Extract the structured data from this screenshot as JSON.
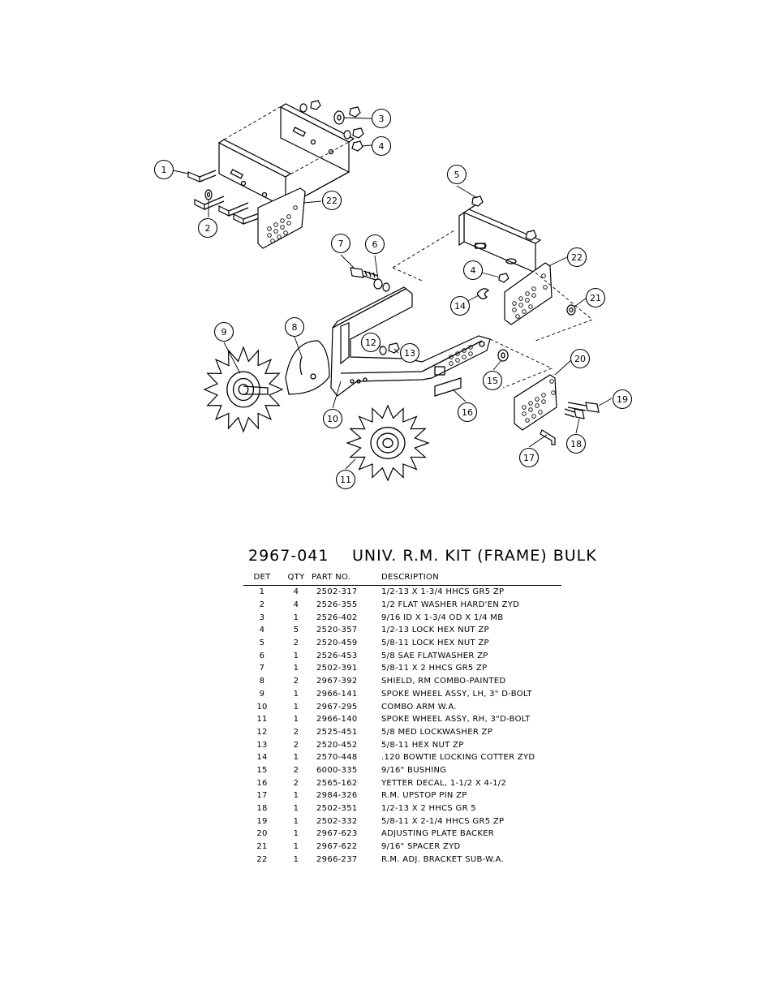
{
  "kit": {
    "number": "2967-041",
    "name": "UNIV. R.M. KIT (FRAME) BULK"
  },
  "table": {
    "headers": {
      "det": "DET",
      "qty": "QTY",
      "part": "PART NO.",
      "desc": "DESCRIPTION"
    },
    "rows": [
      {
        "det": "1",
        "qty": "4",
        "part": "2502-317",
        "desc": "1/2-13 X 1-3/4 HHCS GR5 ZP"
      },
      {
        "det": "2",
        "qty": "4",
        "part": "2526-355",
        "desc": "1/2 FLAT WASHER HARD'EN ZYD"
      },
      {
        "det": "3",
        "qty": "1",
        "part": "2526-402",
        "desc": "9/16 ID X 1-3/4 OD X 1/4 MB"
      },
      {
        "det": "4",
        "qty": "5",
        "part": "2520-357",
        "desc": "1/2-13 LOCK HEX NUT ZP"
      },
      {
        "det": "5",
        "qty": "2",
        "part": "2520-459",
        "desc": "5/8-11 LOCK HEX NUT ZP"
      },
      {
        "det": "6",
        "qty": "1",
        "part": "2526-453",
        "desc": "5/8 SAE FLATWASHER ZP"
      },
      {
        "det": "7",
        "qty": "1",
        "part": "2502-391",
        "desc": "5/8-11 X 2 HHCS GR5 ZP"
      },
      {
        "det": "8",
        "qty": "2",
        "part": "2967-392",
        "desc": "SHIELD, RM COMBO-PAINTED"
      },
      {
        "det": "9",
        "qty": "1",
        "part": "2966-141",
        "desc": "SPOKE WHEEL ASSY, LH, 3\" D-BOLT"
      },
      {
        "det": "10",
        "qty": "1",
        "part": "2967-295",
        "desc": "COMBO ARM W.A."
      },
      {
        "det": "11",
        "qty": "1",
        "part": "2966-140",
        "desc": "SPOKE WHEEL ASSY, RH, 3\"D-BOLT"
      },
      {
        "det": "12",
        "qty": "2",
        "part": "2525-451",
        "desc": "5/8 MED LOCKWASHER ZP"
      },
      {
        "det": "13",
        "qty": "2",
        "part": "2520-452",
        "desc": "5/8-11 HEX NUT ZP"
      },
      {
        "det": "14",
        "qty": "1",
        "part": "2570-448",
        "desc": ".120 BOWTIE LOCKING COTTER ZYD"
      },
      {
        "det": "15",
        "qty": "2",
        "part": "6000-335",
        "desc": "9/16\" BUSHING"
      },
      {
        "det": "16",
        "qty": "2",
        "part": "2565-162",
        "desc": "YETTER DECAL, 1-1/2 X 4-1/2"
      },
      {
        "det": "17",
        "qty": "1",
        "part": "2984-326",
        "desc": "R.M. UPSTOP PIN ZP"
      },
      {
        "det": "18",
        "qty": "1",
        "part": "2502-351",
        "desc": "1/2-13 X 2 HHCS GR 5"
      },
      {
        "det": "19",
        "qty": "1",
        "part": "2502-332",
        "desc": "5/8-11 X 2-1/4 HHCS GR5 ZP"
      },
      {
        "det": "20",
        "qty": "1",
        "part": "2967-623",
        "desc": "ADJUSTING PLATE BACKER"
      },
      {
        "det": "21",
        "qty": "1",
        "part": "2967-622",
        "desc": "9/16\" SPACER ZYD"
      },
      {
        "det": "22",
        "qty": "1",
        "part": "2966-237",
        "desc": "R.M. ADJ. BRACKET SUB-W.A."
      }
    ]
  },
  "callouts": [
    "1",
    "2",
    "3",
    "4",
    "5",
    "6",
    "7",
    "8",
    "9",
    "10",
    "11",
    "12",
    "13",
    "14",
    "15",
    "16",
    "17",
    "18",
    "19",
    "20",
    "21",
    "22"
  ]
}
